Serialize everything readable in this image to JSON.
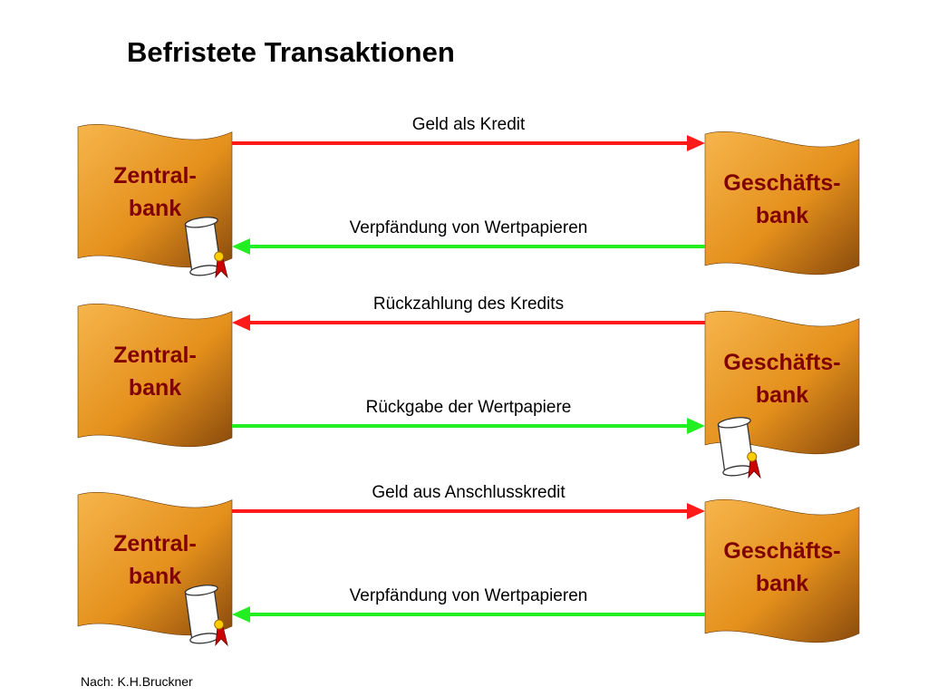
{
  "title": "Befristete Transaktionen",
  "colors": {
    "flag_light": "#f6b54c",
    "flag_mid": "#e4901c",
    "flag_dark": "#8a4a0c",
    "flag_text": "#800000",
    "arrow_red": "#ff1a1a",
    "arrow_green": "#22ee22",
    "scroll_seal": "#cc0000"
  },
  "rows": [
    {
      "left_label": [
        "Zentral-",
        "bank"
      ],
      "right_label": [
        "Geschäfts-",
        "bank"
      ],
      "top_arrow": {
        "text": "Geld als Kredit",
        "direction": "right",
        "color": "red"
      },
      "bottom_arrow": {
        "text": "Verpfändung von Wertpapieren",
        "direction": "left",
        "color": "green"
      },
      "scroll_at": "left"
    },
    {
      "left_label": [
        "Zentral-",
        "bank"
      ],
      "right_label": [
        "Geschäfts-",
        "bank"
      ],
      "top_arrow": {
        "text": "Rückzahlung des Kredits",
        "direction": "left",
        "color": "red"
      },
      "bottom_arrow": {
        "text": "Rückgabe der Wertpapiere",
        "direction": "right",
        "color": "green"
      },
      "scroll_at": "right"
    },
    {
      "left_label": [
        "Zentral-",
        "bank"
      ],
      "right_label": [
        "Geschäfts-",
        "bank"
      ],
      "top_arrow": {
        "text": "Geld aus Anschlusskredit",
        "direction": "right",
        "color": "red"
      },
      "bottom_arrow": {
        "text": "Verpfändung von Wertpapieren",
        "direction": "left",
        "color": "green"
      },
      "scroll_at": "left"
    }
  ],
  "footer": "Nach: K.H.Bruckner"
}
